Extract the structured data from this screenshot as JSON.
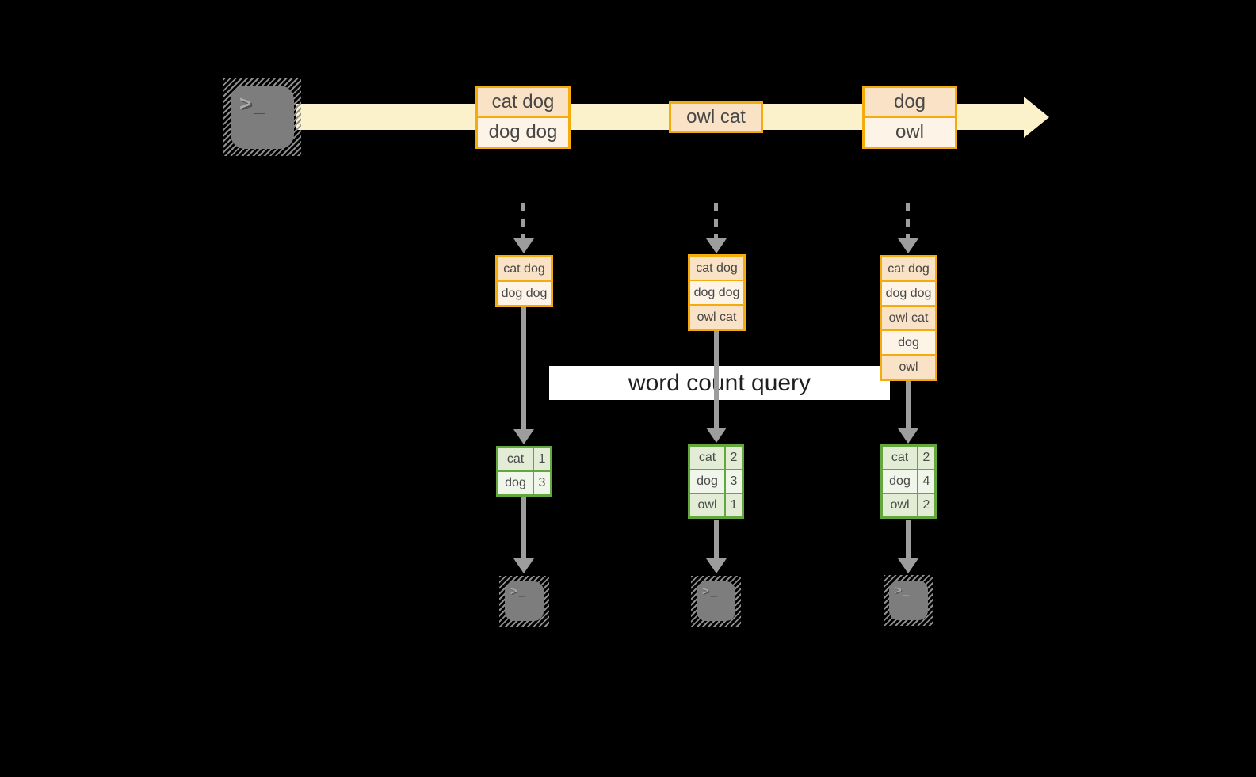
{
  "banner": {
    "label": "word count query"
  },
  "icons": {
    "terminal_prompt": ">_"
  },
  "colors": {
    "accent_orange": "#F3AC0C",
    "accent_green": "#64A73E",
    "stream_fill": "#FBF1CB",
    "batch_row_dark": "#F9E2C5",
    "batch_row_light": "#FDF3E7",
    "count_row_dark": "#E3EDD6",
    "count_row_light": "#F0F6E9",
    "arrow_gray": "#9D9D9D",
    "terminal_gray": "#7D7D7D",
    "background": "#000000"
  },
  "stream": {
    "batches": [
      {
        "rows": [
          "cat dog",
          "dog dog"
        ]
      },
      {
        "rows": [
          "owl cat"
        ]
      },
      {
        "rows": [
          "dog",
          "owl"
        ]
      }
    ]
  },
  "columns": [
    {
      "buffer": [
        "cat dog",
        "dog dog"
      ],
      "counts": [
        {
          "word": "cat",
          "count": 1
        },
        {
          "word": "dog",
          "count": 3
        }
      ]
    },
    {
      "buffer": [
        "cat dog",
        "dog dog",
        "owl cat"
      ],
      "counts": [
        {
          "word": "cat",
          "count": 2
        },
        {
          "word": "dog",
          "count": 3
        },
        {
          "word": "owl",
          "count": 1
        }
      ]
    },
    {
      "buffer": [
        "cat dog",
        "dog dog",
        "owl cat",
        "dog",
        "owl"
      ],
      "counts": [
        {
          "word": "cat",
          "count": 2
        },
        {
          "word": "dog",
          "count": 4
        },
        {
          "word": "owl",
          "count": 2
        }
      ]
    }
  ]
}
